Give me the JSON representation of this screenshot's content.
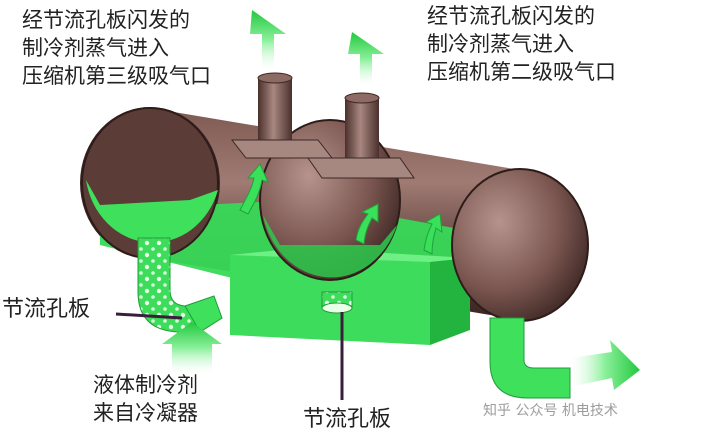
{
  "labels": {
    "third_stage": "经节流孔板闪发的\n制冷剂蒸气进入\n压缩机第三级吸气口",
    "second_stage": "经节流孔板闪发的\n制冷剂蒸气进入\n压缩机第二级吸气口",
    "orifice_left": "节流孔板",
    "liquid_inlet": "液体制冷剂\n来自冷凝器",
    "orifice_bottom": "节流孔板"
  },
  "watermark": "知乎 公众号 机电技术",
  "colors": {
    "shell": "#6e4a44",
    "shell_dark": "#3e2724",
    "shell_light": "#a58079",
    "liquid_green": "#39e05a",
    "arrow_green": "#2fd84c",
    "background": "#ffffff"
  },
  "icons": [
    "flow-arrow-icon",
    "vapor-arrow-icon",
    "pointer-line"
  ]
}
